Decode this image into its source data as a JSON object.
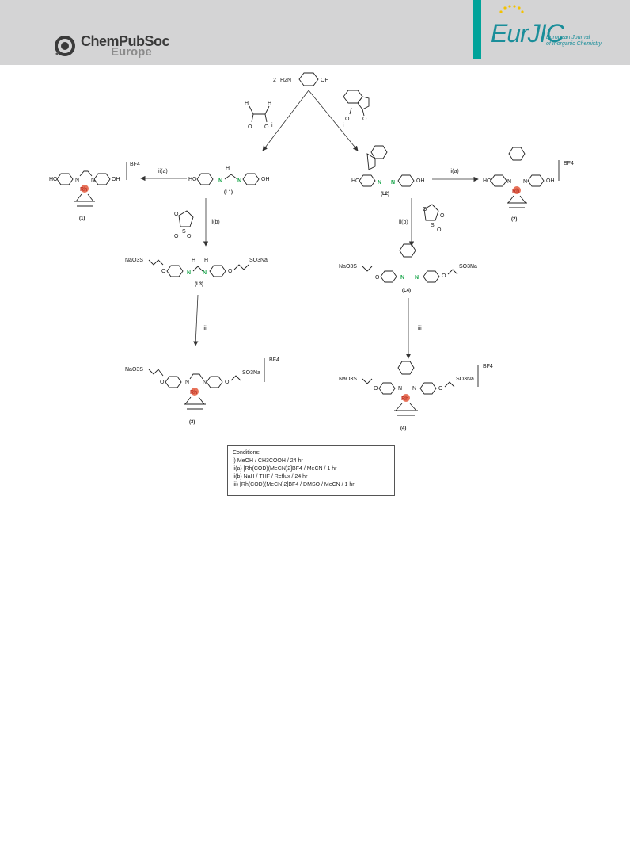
{
  "header": {
    "publisher_name": "ChemPubSoc",
    "publisher_region": "Europe",
    "journal_short": "EurJIC",
    "journal_full_line1": "European Journal",
    "journal_full_line2": "of Inorganic Chemistry"
  },
  "scheme": {
    "reagents": {
      "top_stoich": "2",
      "top_h2n": "H2N",
      "top_oh": "OH"
    },
    "arrow_labels": {
      "i_left": "i",
      "i_right": "i",
      "iia_left": "ii(a)",
      "iia_right": "ii(a)",
      "iib_left": "ii(b)",
      "iib_right": "ii(b)",
      "iii_left": "iii",
      "iii_right": "iii"
    },
    "compounds": {
      "c1": "(1)",
      "c2": "(2)",
      "c3": "(3)",
      "c4": "(4)",
      "L1": "(L1)",
      "L2": "(L2)",
      "L3": "(L3)",
      "L4": "(L4)"
    },
    "groups": {
      "ho": "HO",
      "oh": "OH",
      "n": "N",
      "h": "H",
      "rh": "Rh",
      "bf4": "BF4",
      "naso3s": "NaO3S",
      "so3na": "SO3Na",
      "o": "O",
      "s": "S"
    }
  },
  "conditions": {
    "title": "Conditions:",
    "lines": [
      "i) MeOH / CH3COOH / 24 hr",
      "ii(a) [Rh(COD)(MeCN)2]BF4 / MeCN / 1 hr",
      "ii(b) NaH / THF / Reflux / 24 hr",
      "iii) [Rh(COD)(MeCN)2]BF4 / DMSO / MeCN / 1 hr"
    ]
  },
  "colors": {
    "header_bg": "#d4d4d5",
    "teal": "#00a39a",
    "journal_text": "#1a8e9a",
    "nitrogen": "#19a54a",
    "rhodium": "#e8735a"
  }
}
